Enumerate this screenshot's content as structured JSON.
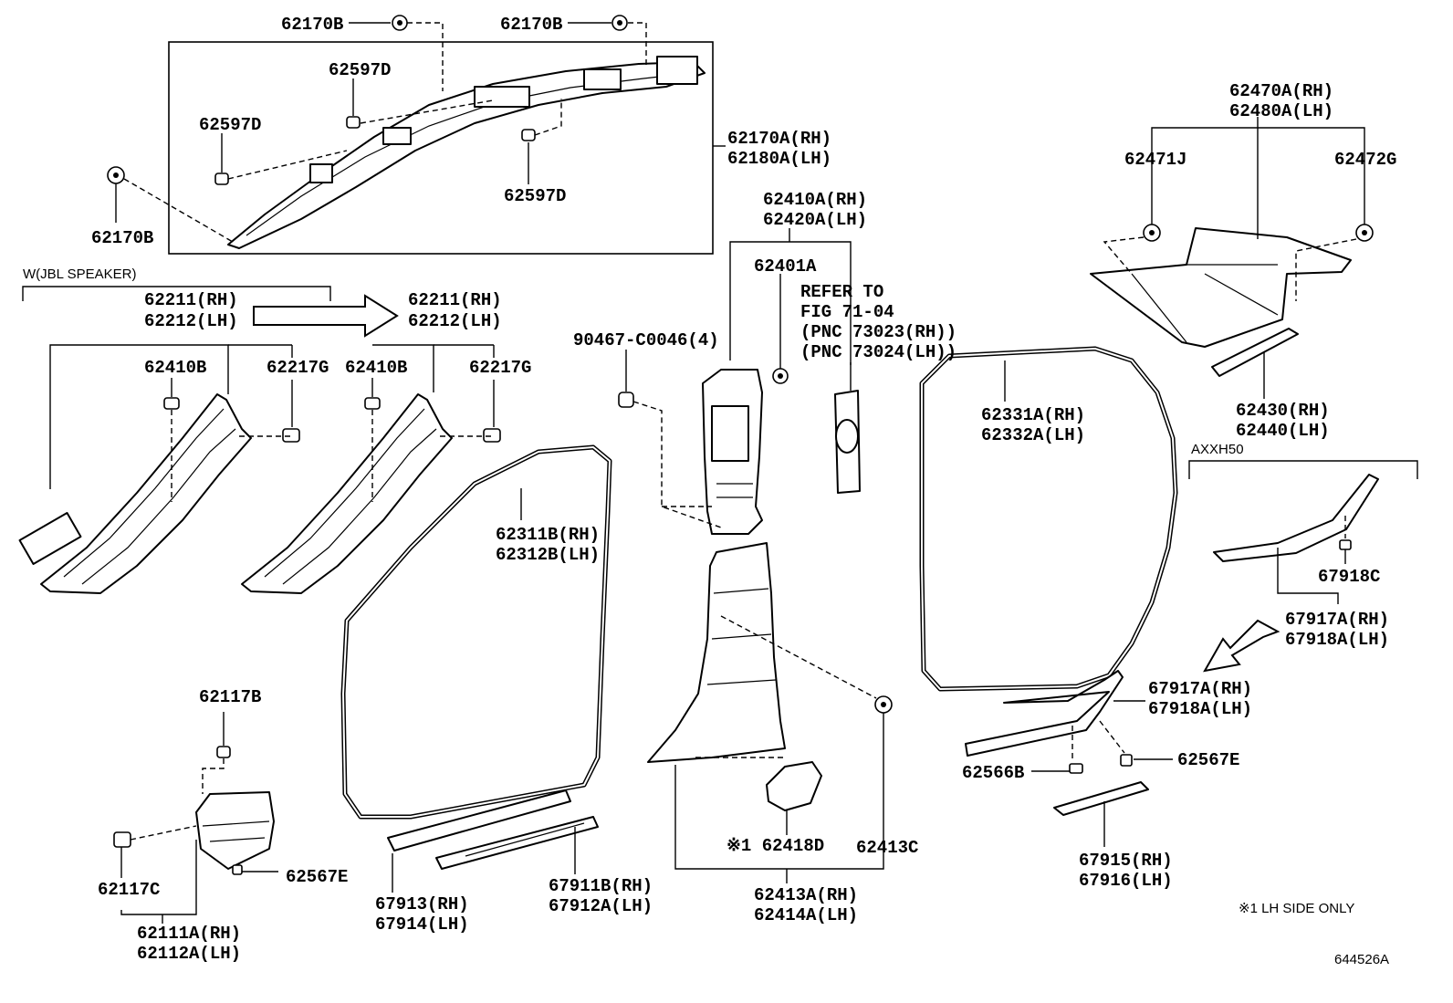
{
  "labels": {
    "p62170B_top1": "62170B",
    "p62170B_top2": "62170B",
    "p62597D_a": "62597D",
    "p62597D_b": "62597D",
    "p62597D_c": "62597D",
    "p62170B_left": "62170B",
    "p62170A_rh": "62170A(RH)",
    "p62180A_lh": "62180A(LH)",
    "w_jbl": "W(JBL SPEAKER)",
    "p62211_rh_a": "62211(RH)",
    "p62212_lh_a": "62212(LH)",
    "p62211_rh_b": "62211(RH)",
    "p62212_lh_b": "62212(LH)",
    "p62410B_a": "62410B",
    "p62217G_a": "62217G",
    "p62410B_b": "62410B",
    "p62217G_b": "62217G",
    "p62410A_rh": "62410A(RH)",
    "p62420A_lh": "62420A(LH)",
    "p62401A": "62401A",
    "refer_1": "REFER TO",
    "refer_2": "FIG 71-04",
    "refer_3": "(PNC 73023(RH))",
    "refer_4": "(PNC 73024(LH))",
    "p90467": "90467-C0046(4)",
    "p62311B_rh": "62311B(RH)",
    "p62312B_lh": "62312B(LH)",
    "p62470A_rh": "62470A(RH)",
    "p62480A_lh": "62480A(LH)",
    "p62471J": "62471J",
    "p62472G": "62472G",
    "p62331A_rh": "62331A(RH)",
    "p62332A_lh": "62332A(LH)",
    "p62430_rh": "62430(RH)",
    "p62440_lh": "62440(LH)",
    "axxh50": "AXXH50",
    "p67918C": "67918C",
    "p67917A_rh_a": "67917A(RH)",
    "p67918A_lh_a": "67918A(LH)",
    "p67917A_rh_b": "67917A(RH)",
    "p67918A_lh_b": "67918A(LH)",
    "p62566B": "62566B",
    "p62567E_right": "62567E",
    "p67915_rh": "67915(RH)",
    "p67916_lh": "67916(LH)",
    "p62117B": "62117B",
    "p62117C": "62117C",
    "p62567E_left": "62567E",
    "p62111A_rh": "62111A(RH)",
    "p62112A_lh": "62112A(LH)",
    "p67913_rh": "67913(RH)",
    "p67914_lh": "67914(LH)",
    "p67911B_rh": "67911B(RH)",
    "p67912A_lh": "67912A(LH)",
    "p62418D": "※1 62418D",
    "p62413C": "62413C",
    "p62413A_rh": "62413A(RH)",
    "p62414A_lh": "62414A(LH)",
    "note_lh_only": "※1 LH SIDE ONLY",
    "diagram_id": "644526A"
  }
}
